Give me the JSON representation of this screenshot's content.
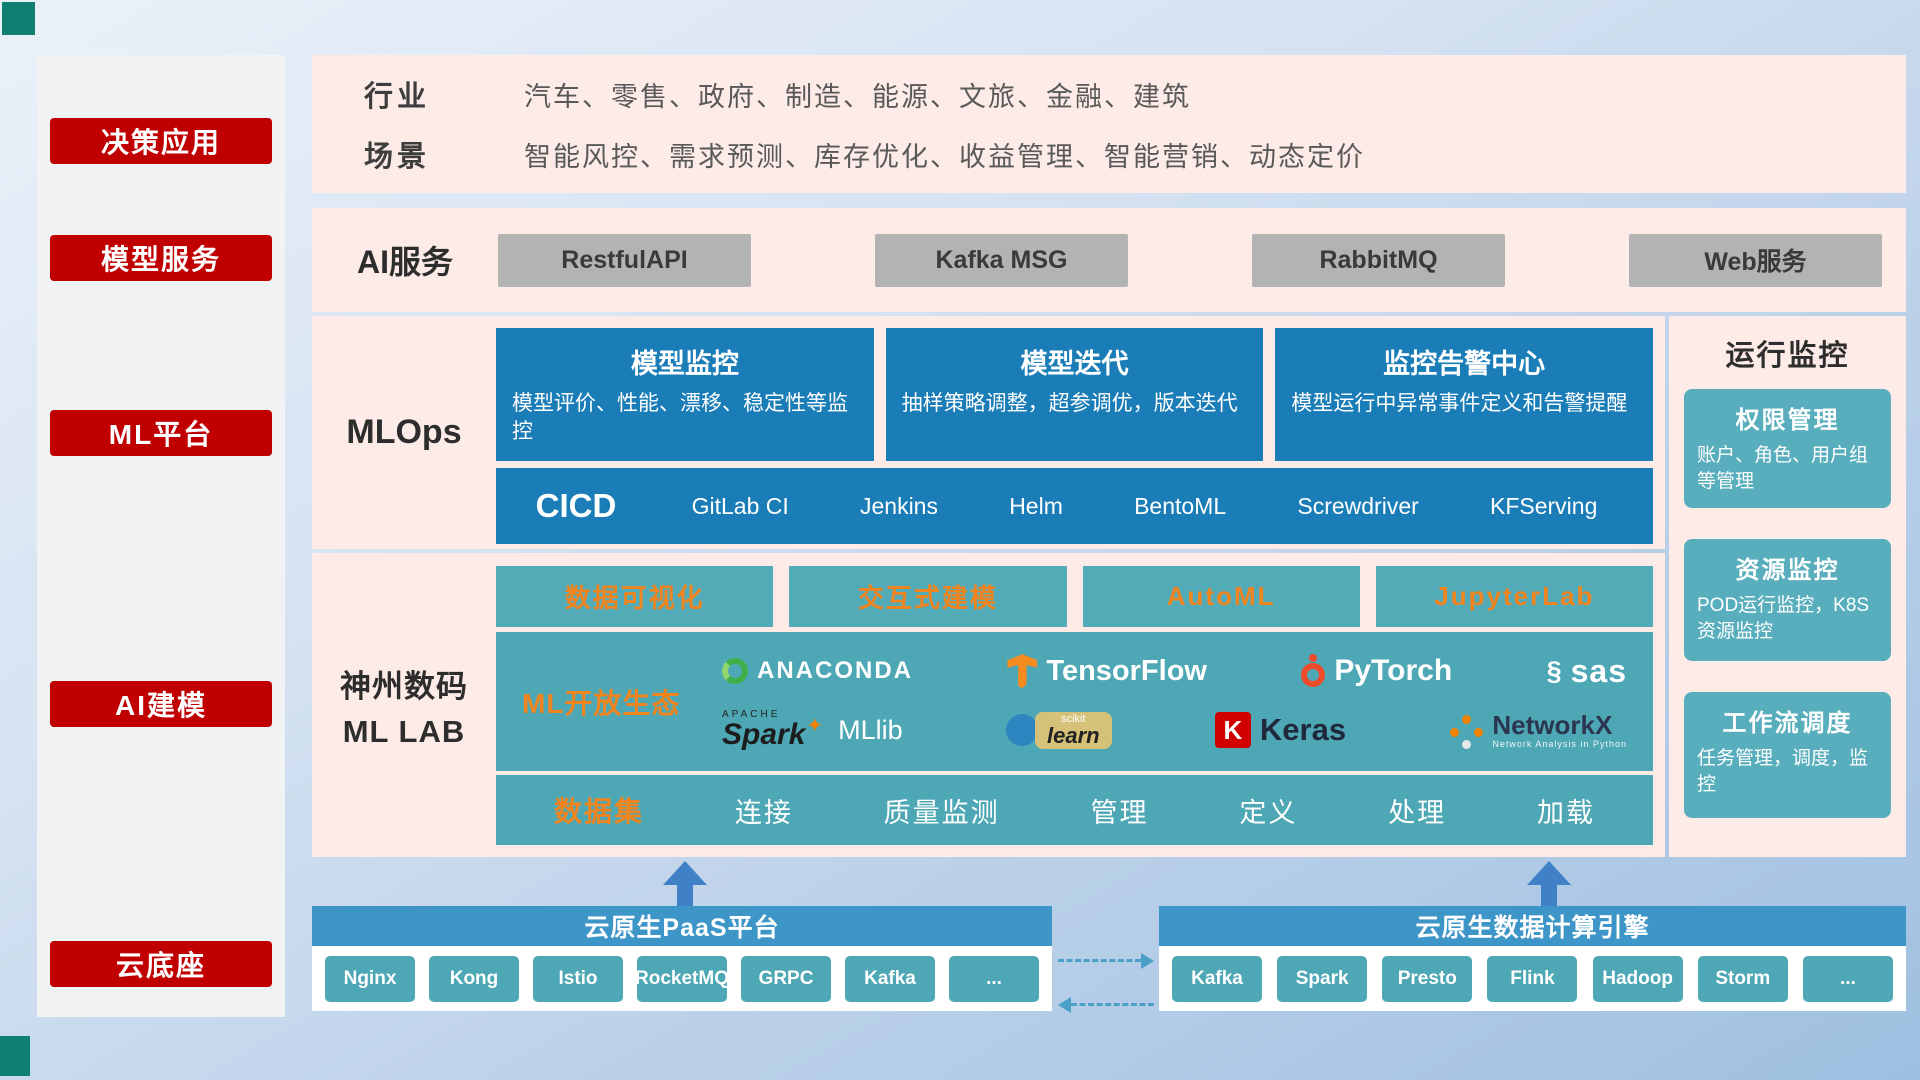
{
  "theme": {
    "badge_red": "#c00000",
    "panel_pink": "#fdebe7",
    "card_blue": "#1b7db7",
    "header_blue": "#3e96c8",
    "teal": "#4ea7b4",
    "teal_light": "#58aebc",
    "gray_button": "#b3b3b3",
    "accent_orange": "#f08520",
    "corner_teal": "#0e7f72"
  },
  "sidebar": {
    "items": [
      {
        "label": "决策应用"
      },
      {
        "label": "模型服务"
      },
      {
        "label": "ML平台"
      },
      {
        "label": "AI建模"
      },
      {
        "label": "云底座"
      }
    ]
  },
  "overview": {
    "industry_label": "行业",
    "industry_text": "汽车、零售、政府、制造、能源、文旅、金融、建筑",
    "scene_label": "场景",
    "scene_text": "智能风控、需求预测、库存优化、收益管理、智能营销、动态定价"
  },
  "ai_service": {
    "label": "AI服务",
    "buttons": [
      {
        "label": "RestfulAPI"
      },
      {
        "label": "Kafka MSG"
      },
      {
        "label": "RabbitMQ"
      },
      {
        "label": "Web服务"
      }
    ]
  },
  "mlops": {
    "label": "MLOps",
    "cards": [
      {
        "title": "模型监控",
        "desc": "模型评价、性能、漂移、稳定性等监控"
      },
      {
        "title": "模型迭代",
        "desc": "抽样策略调整，超参调优，版本迭代"
      },
      {
        "title": "监控告警中心",
        "desc": "模型运行中异常事件定义和告警提醒"
      }
    ],
    "cicd": {
      "label": "CICD",
      "items": [
        {
          "label": "GitLab CI"
        },
        {
          "label": "Jenkins"
        },
        {
          "label": "Helm"
        },
        {
          "label": "BentoML"
        },
        {
          "label": "Screwdriver"
        },
        {
          "label": "KFServing"
        }
      ]
    }
  },
  "mllab": {
    "label_line1": "神州数码",
    "label_line2": "ML LAB",
    "tools": [
      {
        "label": "数据可视化"
      },
      {
        "label": "交互式建模"
      },
      {
        "label": "AutoML"
      },
      {
        "label": "JupyterLab"
      }
    ],
    "ecosystem": {
      "label": "ML开放生态",
      "logos": {
        "anaconda": {
          "label": "ANACONDA"
        },
        "tensorflow": {
          "label": "TensorFlow"
        },
        "pytorch": {
          "label": "PyTorch"
        },
        "sas": {
          "label": "sas"
        },
        "spark": {
          "apache": "APACHE",
          "label": "Spark",
          "lib": "MLlib"
        },
        "sklearn": {
          "top": "scikit",
          "label": "learn"
        },
        "keras": {
          "k": "K",
          "label": "Keras"
        },
        "networkx": {
          "label": "NetworkX",
          "subtitle": "Network Analysis in Python"
        }
      }
    },
    "dataset": {
      "label": "数据集",
      "items": [
        {
          "label": "连接"
        },
        {
          "label": "质量监测"
        },
        {
          "label": "管理"
        },
        {
          "label": "定义"
        },
        {
          "label": "处理"
        },
        {
          "label": "加载"
        }
      ]
    }
  },
  "monitor": {
    "title": "运行监控",
    "cards": [
      {
        "title": "权限管理",
        "desc": "账户、角色、用户组等管理"
      },
      {
        "title": "资源监控",
        "desc": "POD运行监控，K8S资源监控"
      },
      {
        "title": "工作流调度",
        "desc": "任务管理，调度，监控"
      }
    ]
  },
  "cloud": {
    "paas": {
      "title": "云原生PaaS平台",
      "items": [
        {
          "label": "Nginx"
        },
        {
          "label": "Kong"
        },
        {
          "label": "Istio"
        },
        {
          "label": "RocketMQ"
        },
        {
          "label": "GRPC"
        },
        {
          "label": "Kafka"
        },
        {
          "label": "..."
        }
      ]
    },
    "engine": {
      "title": "云原生数据计算引擎",
      "items": [
        {
          "label": "Kafka"
        },
        {
          "label": "Spark"
        },
        {
          "label": "Presto"
        },
        {
          "label": "Flink"
        },
        {
          "label": "Hadoop"
        },
        {
          "label": "Storm"
        },
        {
          "label": "..."
        }
      ]
    }
  }
}
